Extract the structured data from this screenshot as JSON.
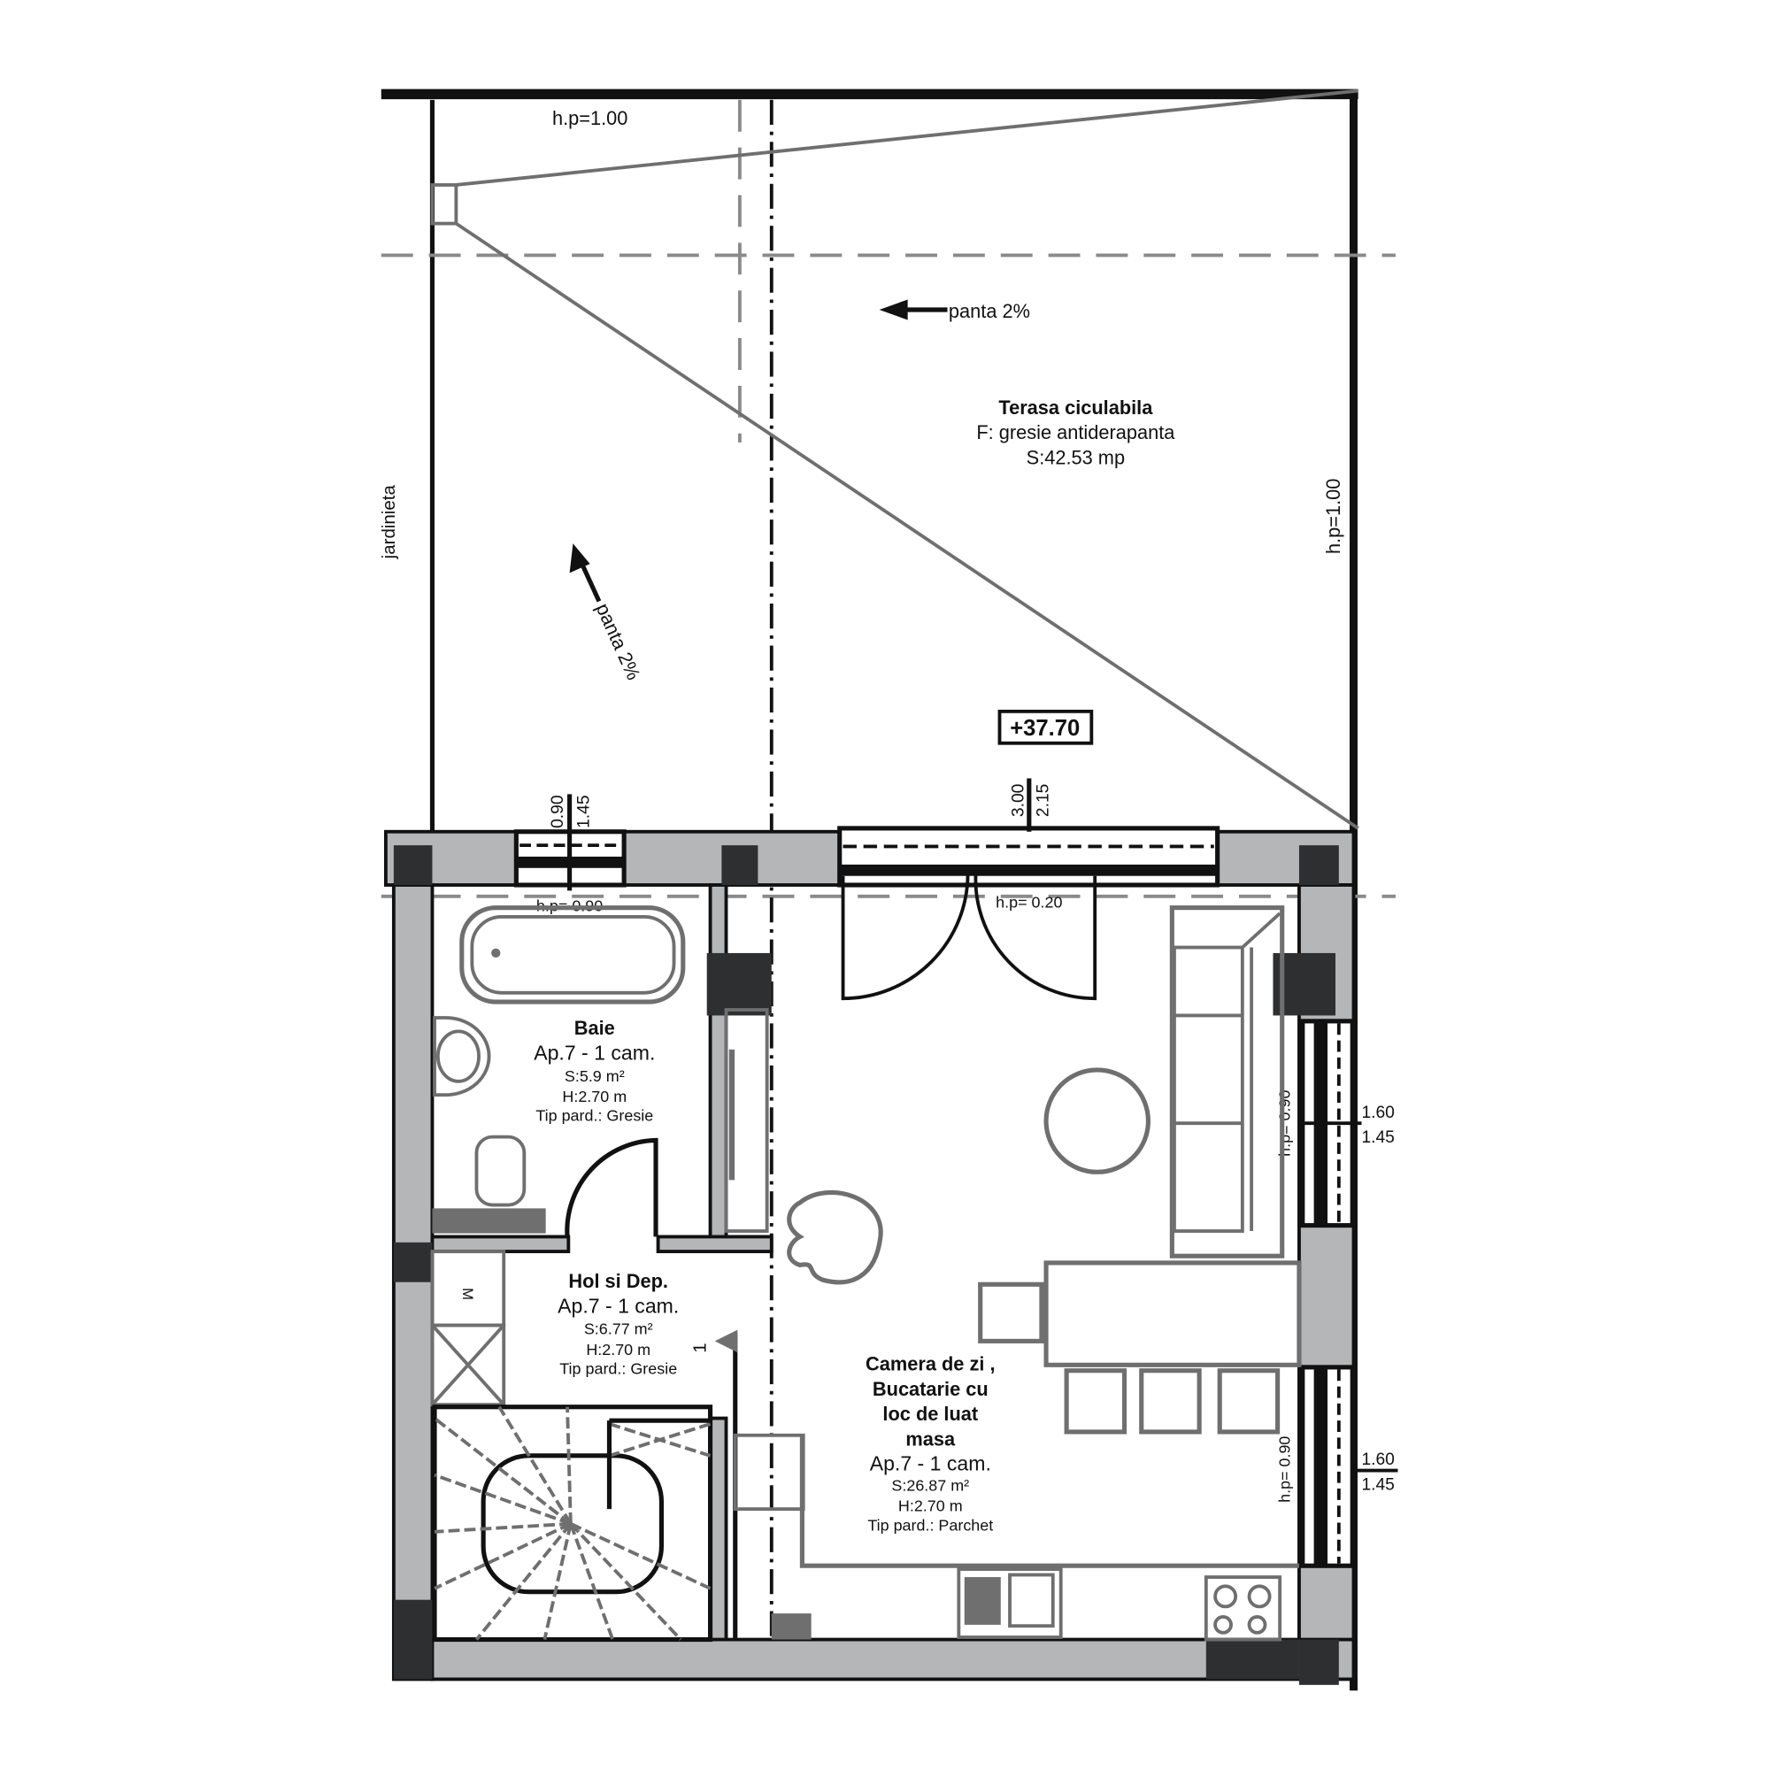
{
  "terrace": {
    "title": "Terasa ciculabila",
    "finish": "F: gresie antiderapanta",
    "area": "S:42.53 mp",
    "level": "+37.70",
    "slope_top": "panta 2%",
    "slope_left": "panta 2%",
    "parapet_top": "h.p=1.00",
    "parapet_right": "h.p=1.00",
    "planter": "jardinieta"
  },
  "openings": {
    "window_top_left": {
      "h1": "0.90",
      "h2": "1.45",
      "sill": "h.p= 0.90"
    },
    "door_top": {
      "h1": "3.00",
      "h2": "2.15",
      "sill": "h.p= 0.20"
    },
    "window_right_upper": {
      "h1": "1.60",
      "h2": "1.45",
      "sill": "h.p= 0.90"
    },
    "window_right_lower": {
      "h1": "1.60",
      "h2": "1.45",
      "sill": "h.p= 0.90"
    }
  },
  "rooms": {
    "baie": {
      "name": "Baie",
      "apt": "Ap.7 - 1 cam.",
      "area": "S:5.9 m²",
      "height": "H:2.70 m",
      "floor": "Tip pard.: Gresie"
    },
    "hol": {
      "name": "Hol si Dep.",
      "apt": "Ap.7 - 1 cam.",
      "area": "S:6.77 m²",
      "height": "H:2.70 m",
      "floor": "Tip pard.: Gresie"
    },
    "camera": {
      "name_lines": [
        "Camera de zi ,",
        "Bucatarie cu",
        "loc de luat",
        "masa"
      ],
      "apt": "Ap.7 - 1 cam.",
      "area": "S:26.87 m²",
      "height": "H:2.70 m",
      "floor": "Tip pard.: Parchet"
    }
  },
  "section_marker": "1",
  "wardrobe_mark": "M",
  "colors": {
    "wall_fill": "#b4b6b8",
    "column": "#2e2f31",
    "furniture": "#6f6f6f",
    "line": "#111111"
  }
}
